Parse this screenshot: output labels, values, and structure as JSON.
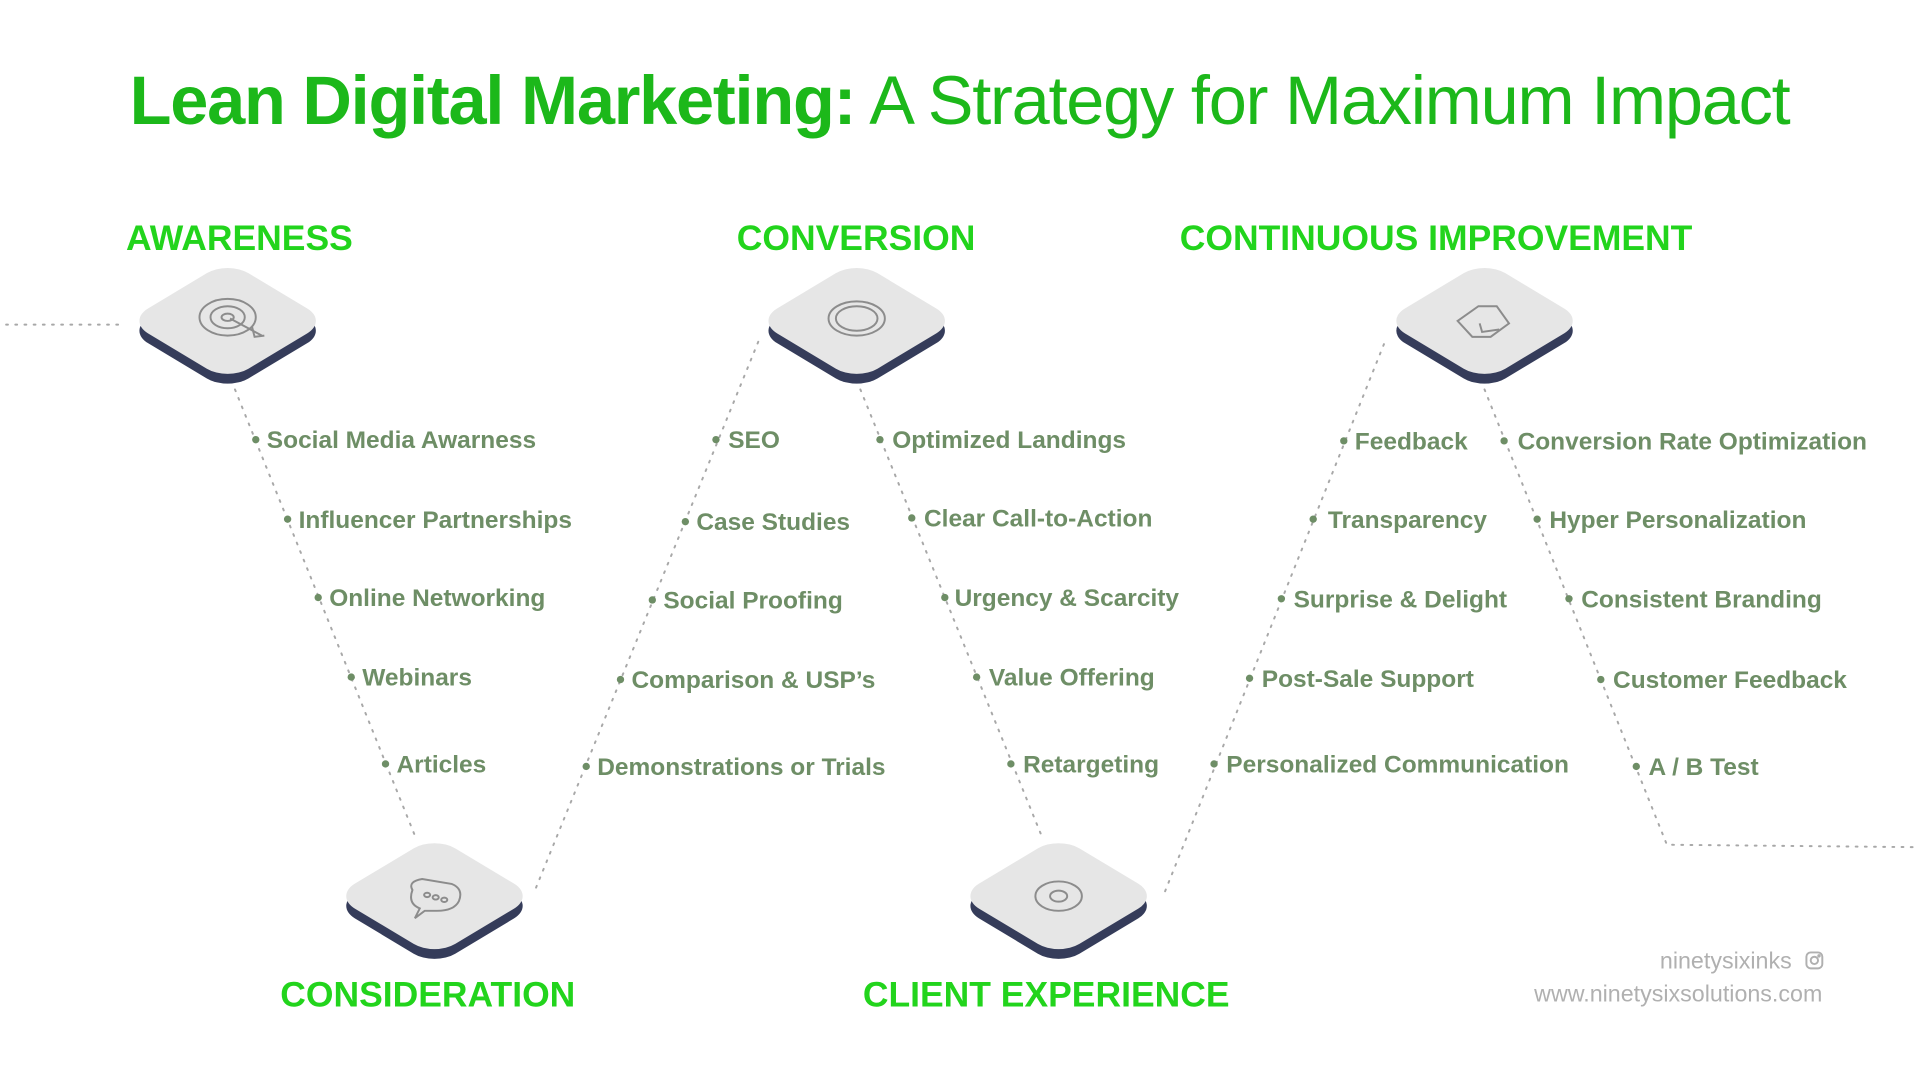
{
  "title": {
    "bold": "Lean Digital Marketing:",
    "rest": " A Strategy for Maximum Impact"
  },
  "stages": {
    "awareness": {
      "label": "AWARENESS",
      "icon": "target-icon",
      "items": [
        "Social Media Awarness",
        "Influencer Partnerships",
        "Online Networking",
        "Webinars",
        "Articles"
      ]
    },
    "consideration": {
      "label": "CONSIDERATION",
      "icon": "chat-bubble-icon",
      "items": [
        "SEO",
        "Case Studies",
        "Social Proofing",
        "Comparison & USP’s",
        "Demonstrations or Trials"
      ]
    },
    "conversion": {
      "label": "CONVERSION",
      "icon": "ring-icon",
      "items": [
        "Optimized Landings",
        "Clear Call-to-Action",
        "Urgency & Scarcity",
        "Value Offering",
        "Retargeting"
      ]
    },
    "client_experience": {
      "label": "CLIENT EXPERIENCE",
      "icon": "gear-icon",
      "items": [
        "Feedback",
        "Transparency",
        "Surprise & Delight",
        "Post-Sale Support",
        "Personalized Communication"
      ]
    },
    "continuous_improvement": {
      "label": "CONTINUOUS IMPROVEMENT",
      "icon": "tag-check-icon",
      "items": [
        "Conversion Rate Optimization",
        "Hyper Personalization",
        "Consistent Branding",
        "Customer Feedback",
        "A / B Test"
      ]
    }
  },
  "footer": {
    "instagram": "ninetysixinks",
    "website": "www.ninetysixsolutions.com"
  },
  "colors": {
    "title": "#1cb81a",
    "heading": "#22d41c",
    "items": "#6e8e66",
    "tile_top": "#e6e6e6",
    "tile_side": "#353c5a"
  }
}
